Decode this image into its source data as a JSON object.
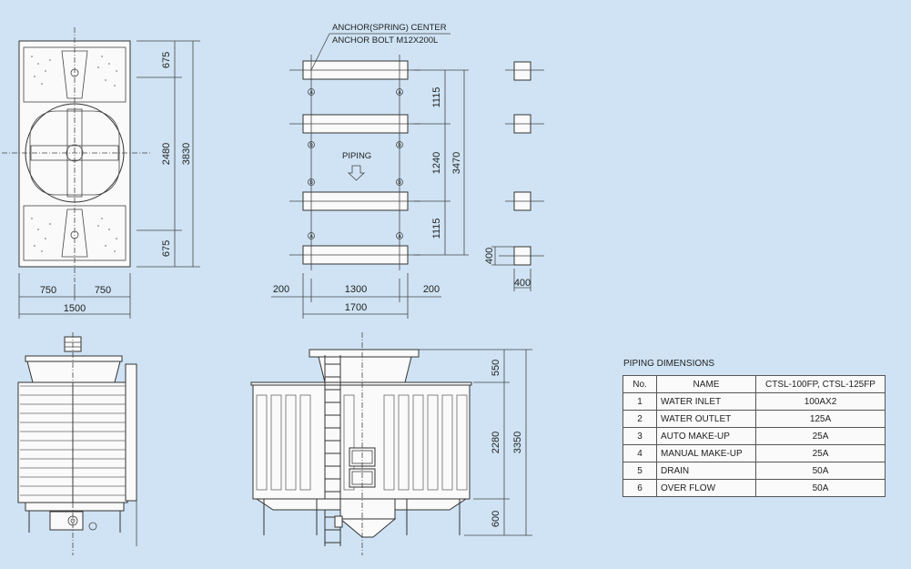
{
  "labels": {
    "anchor_center": "ANCHOR(SPRING) CENTER",
    "anchor_bolt": "ANCHOR BOLT M12X200L",
    "piping": "PIPING",
    "mark_a": "a",
    "mark_b": "b"
  },
  "dims": {
    "top_675a": "675",
    "top_675b": "675",
    "top_2480": "2480",
    "top_3830": "3830",
    "top_750a": "750",
    "top_750b": "750",
    "top_1500": "1500",
    "base_1115a": "1115",
    "base_1240": "1240",
    "base_1115b": "1115",
    "base_3470": "3470",
    "base_200a": "200",
    "base_1300": "1300",
    "base_200b": "200",
    "base_1700": "1700",
    "side_400a": "400",
    "side_400b": "400",
    "elev_550": "550",
    "elev_2280": "2280",
    "elev_600": "600",
    "elev_3350": "3350"
  },
  "piping_table": {
    "title": "PIPING DIMENSIONS",
    "headers": [
      "No.",
      "NAME",
      "CTSL-100FP, CTSL-125FP"
    ],
    "rows": [
      {
        "no": "1",
        "name": "WATER INLET",
        "value": "100AX2"
      },
      {
        "no": "2",
        "name": "WATER OUTLET",
        "value": "125A"
      },
      {
        "no": "3",
        "name": "AUTO MAKE-UP",
        "value": "25A"
      },
      {
        "no": "4",
        "name": "MANUAL MAKE-UP",
        "value": "25A"
      },
      {
        "no": "5",
        "name": "DRAIN",
        "value": "50A"
      },
      {
        "no": "6",
        "name": "OVER FLOW",
        "value": "50A"
      }
    ]
  }
}
